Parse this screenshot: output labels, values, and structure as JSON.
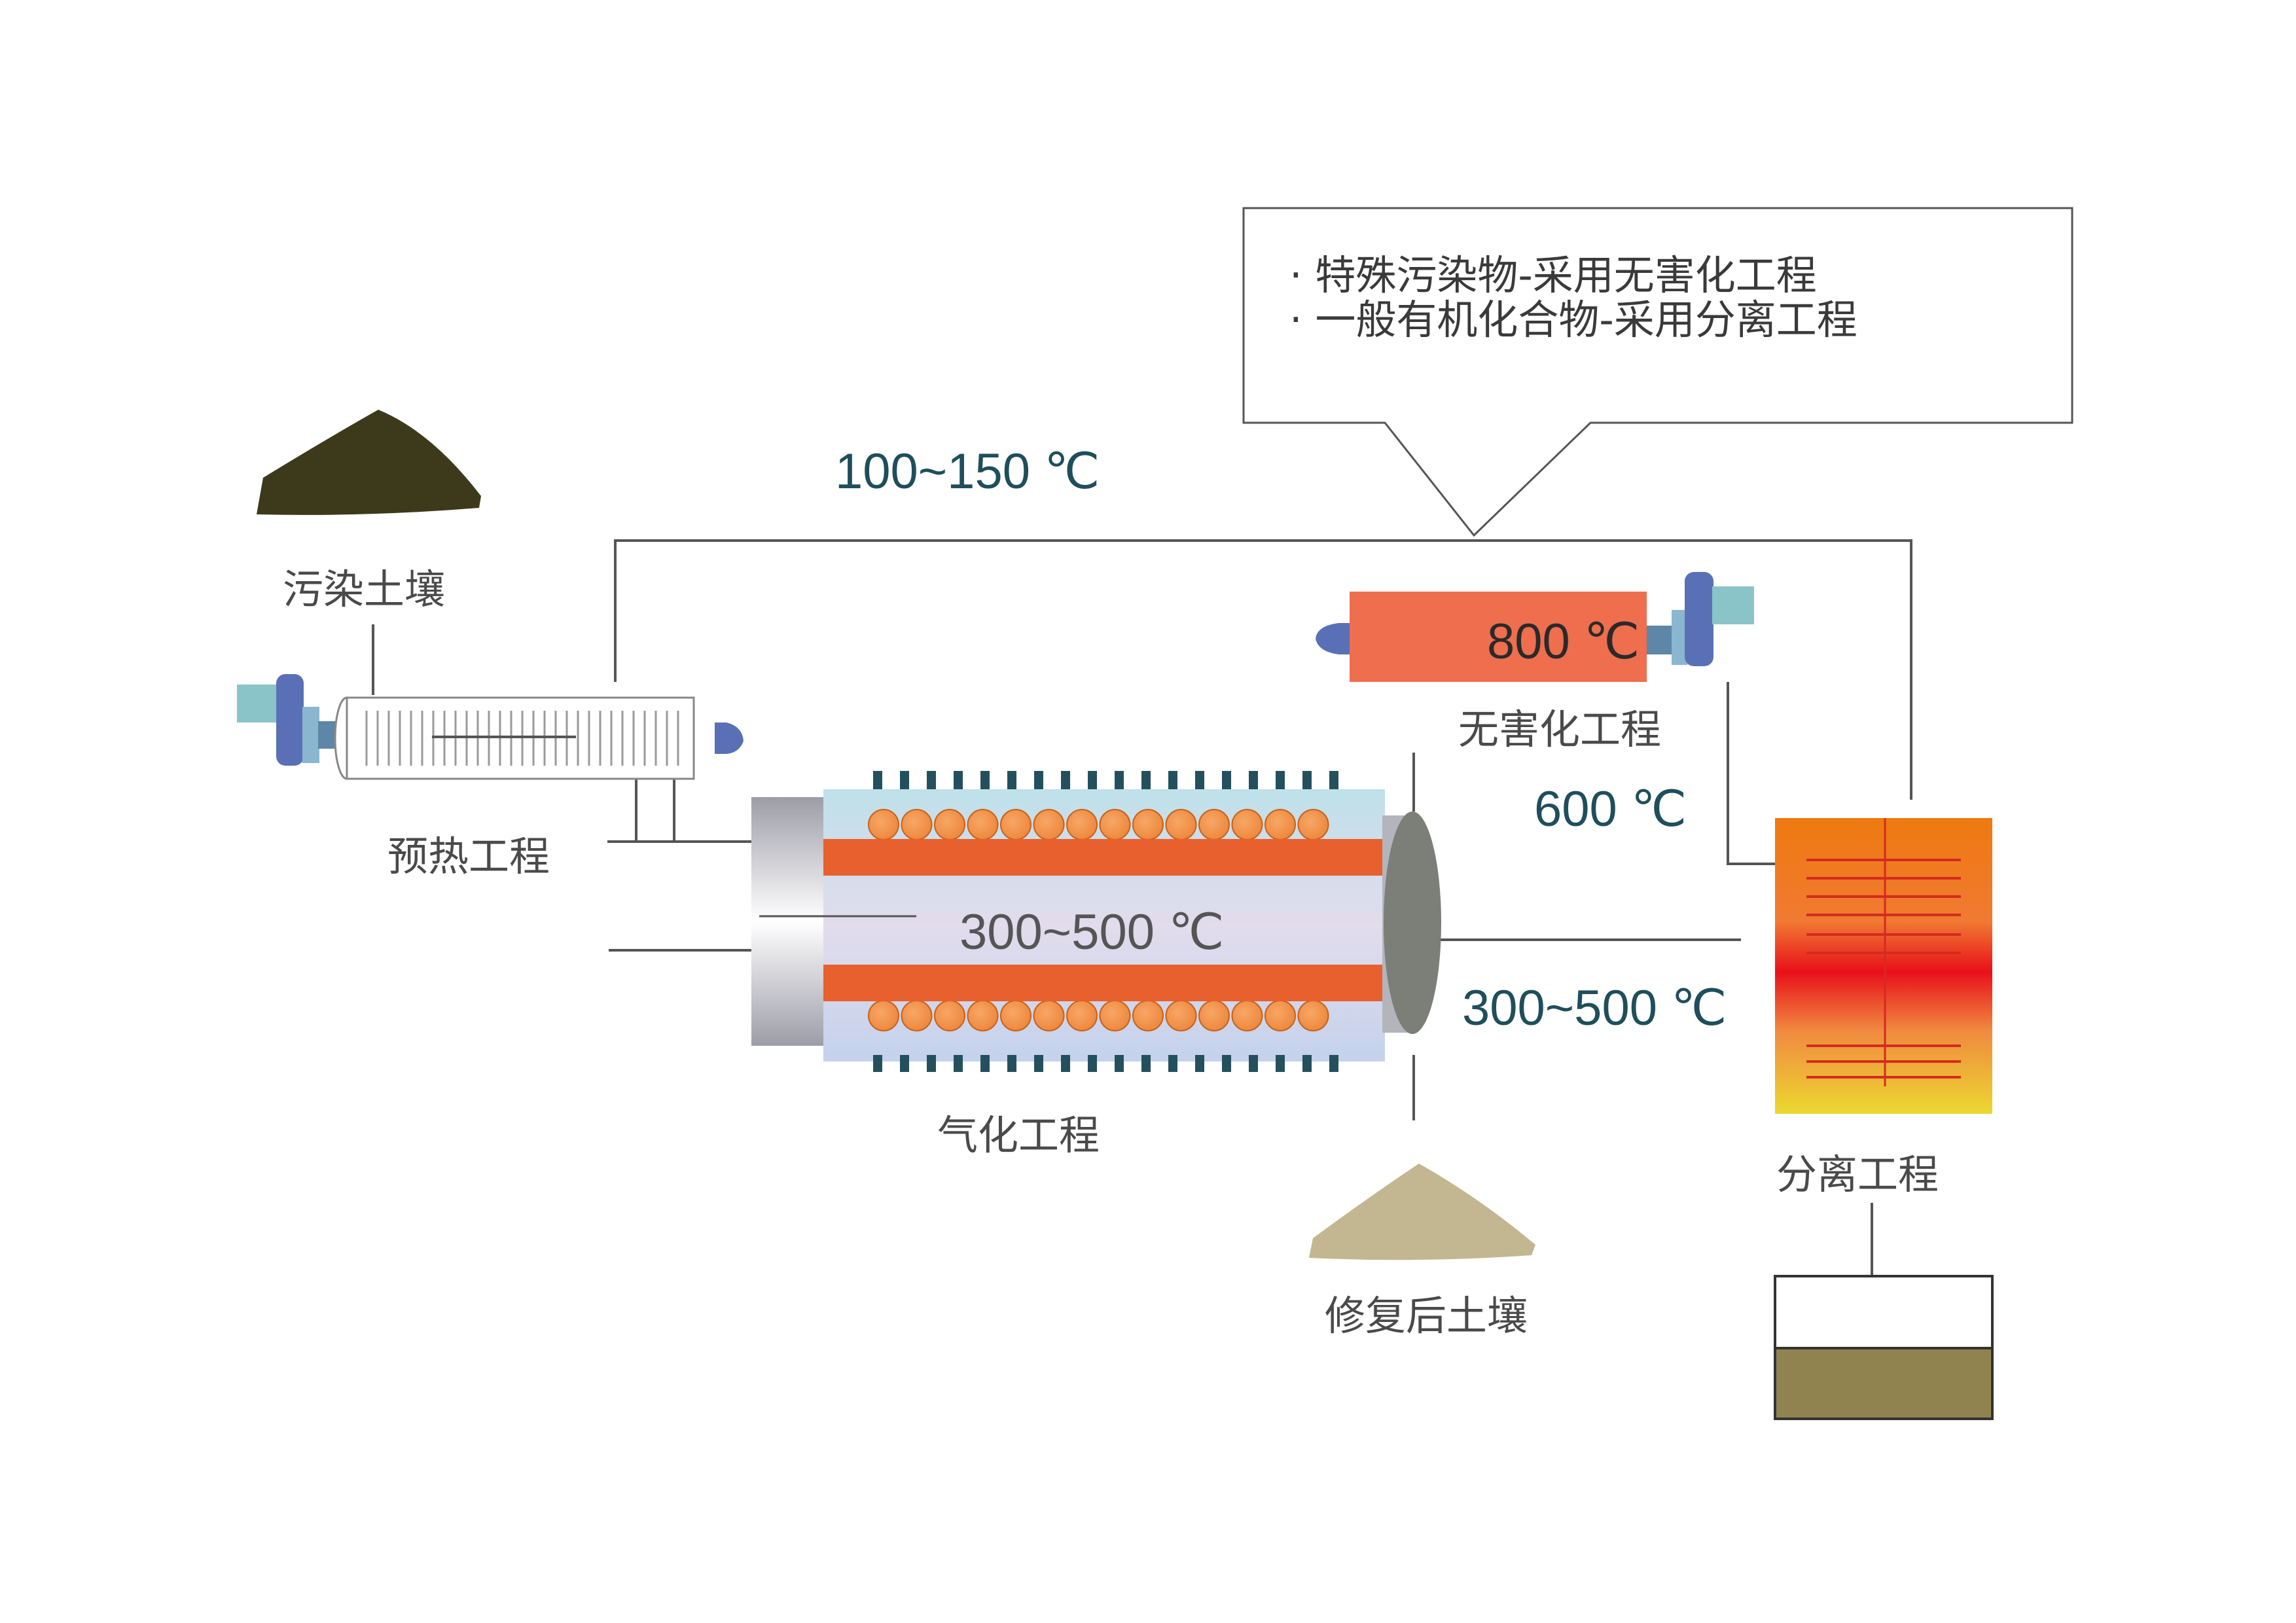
{
  "labels": {
    "contaminated_soil": "污染土壤",
    "preheat": "预热工程",
    "gasification": "气化工程",
    "harmless": "无害化工程",
    "separation": "分离工程",
    "remediated_soil": "修复后土壤"
  },
  "temperatures": {
    "return_line": "100~150 ℃",
    "harmless_unit": "800 ℃",
    "harmless_to_separation": "600 ℃",
    "gasifier_core": "300~500 ℃",
    "gasifier_outlet": "300~500 ℃"
  },
  "callout": {
    "line1": "· 特殊污染物-采用无害化工程",
    "line2": "· 一般有机化合物-采用分离工程"
  },
  "colors": {
    "contaminated_soil": "#3d3a1c",
    "remediated_soil": "#c2b790",
    "heater": "#e8602e",
    "coil_ball": "#f0924a",
    "harmless_body": "#ee6e4e",
    "blue_part": "#5a70b6",
    "teal_part": "#8ac4c8",
    "separated_liquid": "#918350"
  }
}
